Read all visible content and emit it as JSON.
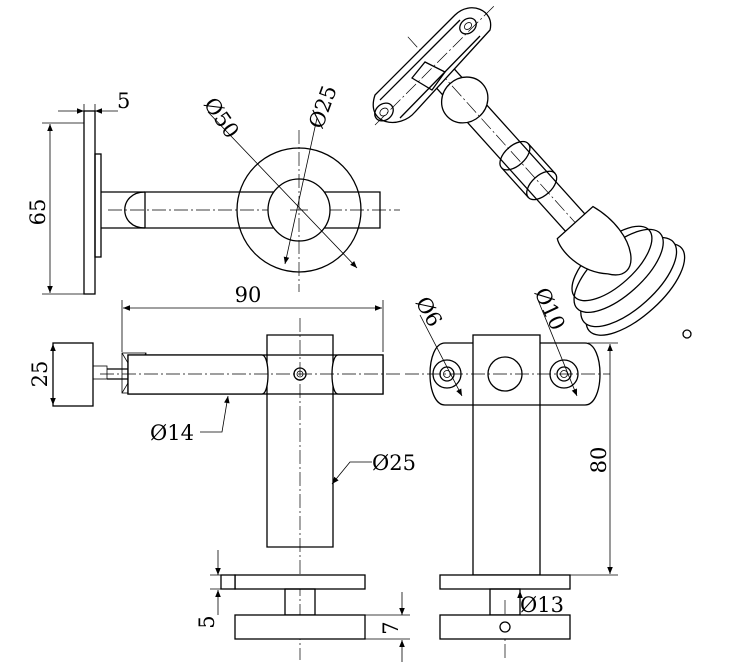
{
  "dimensions": {
    "d5_top": "5",
    "d65": "65",
    "dia50": "Ø50",
    "dia25_top": "Ø25",
    "d90": "90",
    "d25_side": "25",
    "dia14": "Ø14",
    "dia25_post": "Ø25",
    "dia6": "Ø6",
    "dia10": "Ø10",
    "d80": "80",
    "d5_base": "5",
    "d7": "7",
    "dia13": "Ø13"
  }
}
